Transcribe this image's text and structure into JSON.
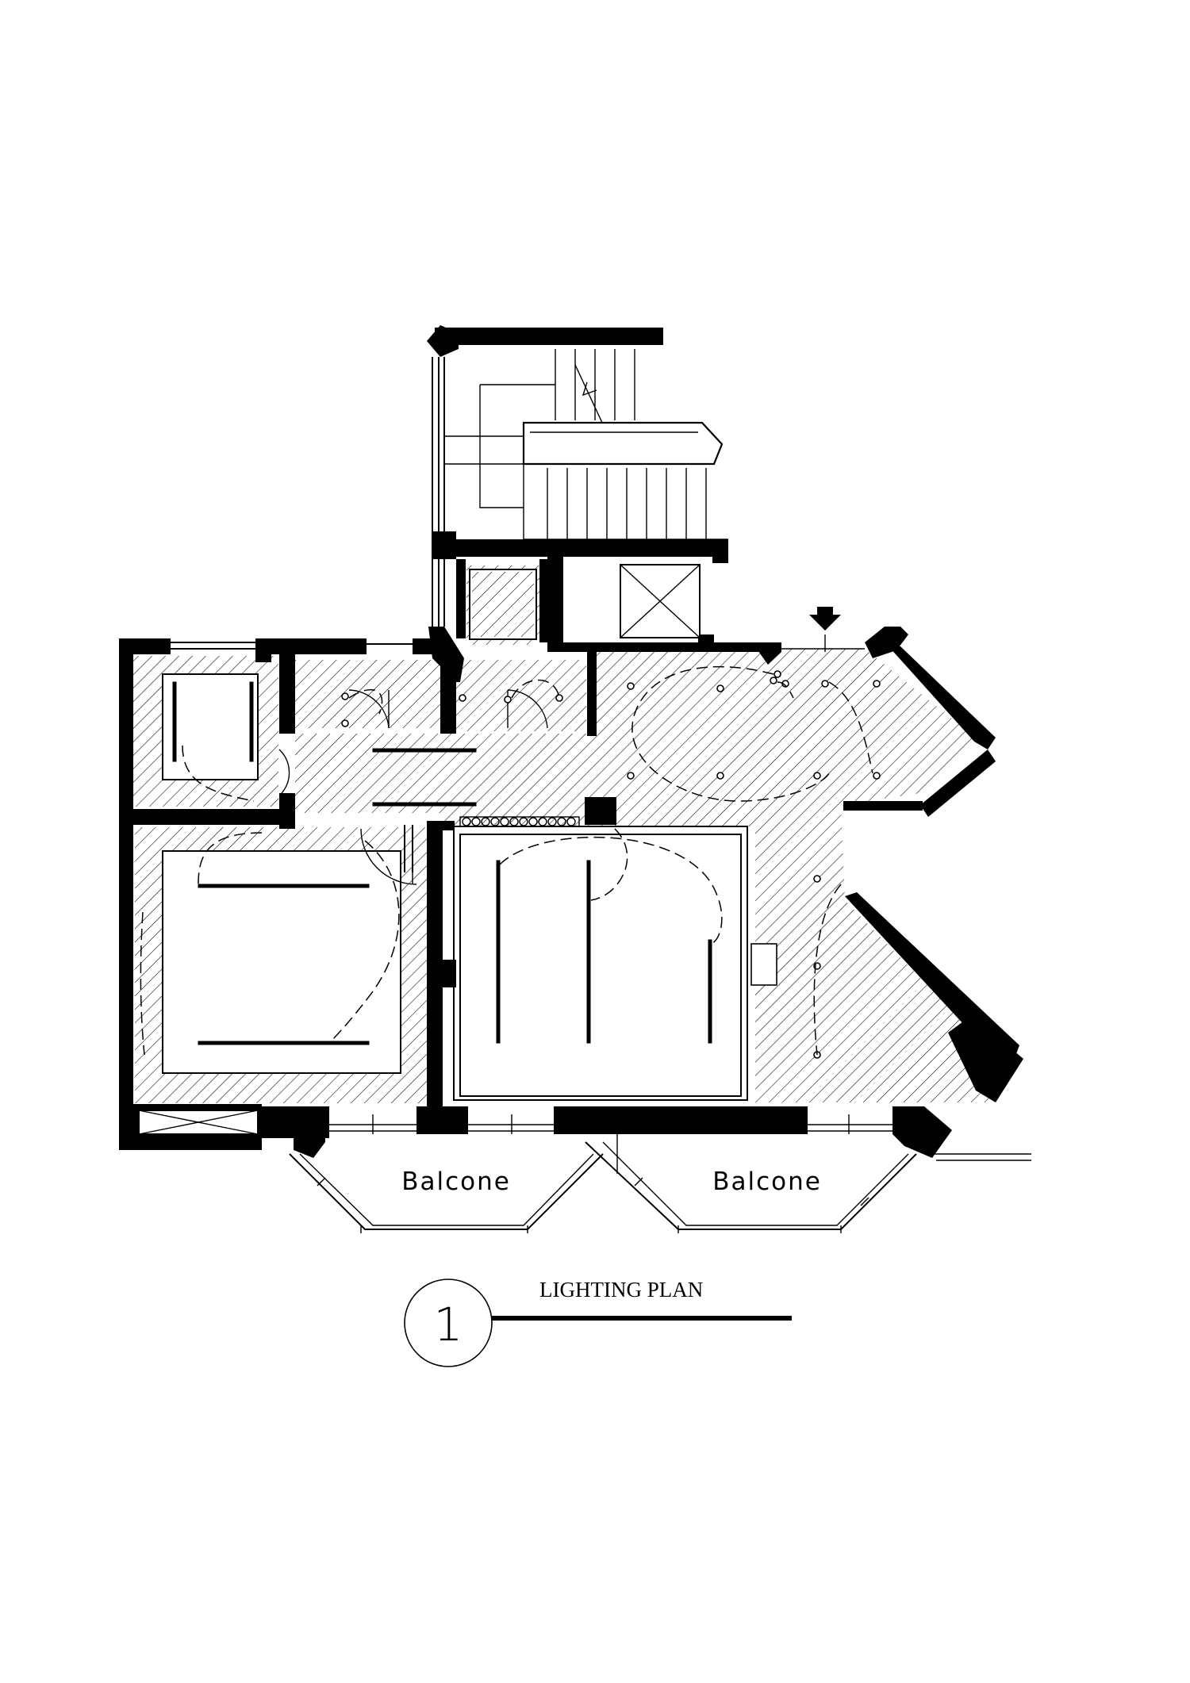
{
  "drawing": {
    "number": "1",
    "title": "LIGHTING PLAN"
  },
  "rooms": {
    "balcony_left": "Balcone",
    "balcony_right": "Balcone"
  },
  "colors": {
    "ink": "#000000",
    "paper": "#ffffff"
  },
  "icons": [
    "entrance-arrow-icon",
    "ceiling-spot-icon",
    "linear-light-icon",
    "stair-direction-arrow-icon"
  ]
}
